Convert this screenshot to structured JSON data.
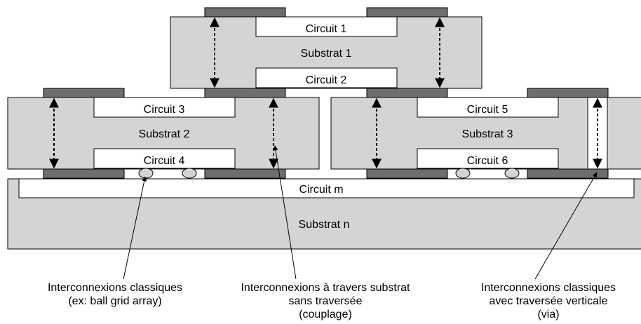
{
  "substrates": {
    "s1": "Substrat 1",
    "s2": "Substrat 2",
    "s3": "Substrat 3",
    "sn": "Substrat n"
  },
  "circuits": {
    "c1": "Circuit 1",
    "c2": "Circuit 2",
    "c3": "Circuit 3",
    "c4": "Circuit 4",
    "c5": "Circuit 5",
    "c6": "Circuit 6",
    "cm": "Circuit m"
  },
  "captions": {
    "classic": [
      "Interconnexions classiques",
      "(ex: ball grid array)"
    ],
    "through": [
      "Interconnexions à travers substrat",
      "sans traversée",
      "(couplage)"
    ],
    "via": [
      "Interconnexions classiques",
      "avec traversée verticale",
      "(via)"
    ]
  }
}
